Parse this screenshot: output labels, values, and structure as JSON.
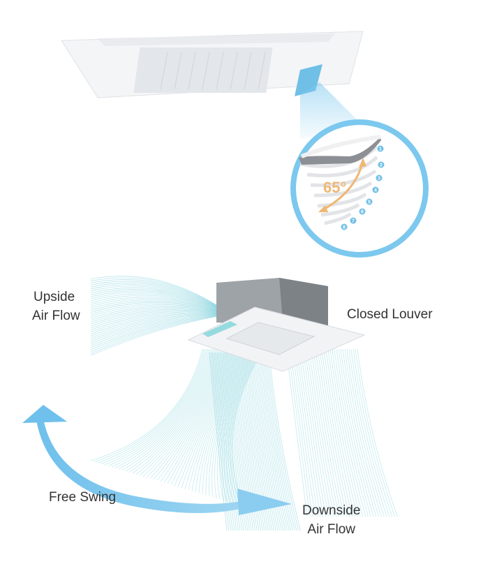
{
  "labels": {
    "upside": [
      "Upside",
      "Air Flow"
    ],
    "closed_louver": "Closed Louver",
    "free_swing": "Free Swing",
    "downside": [
      "Downside",
      "Air Flow"
    ]
  },
  "louver_detail": {
    "angle": "65°",
    "positions": [
      "1",
      "2",
      "3",
      "4",
      "5",
      "6",
      "7",
      "8"
    ]
  },
  "colors": {
    "accent": "#7cc8ee",
    "angle": "#f0b774",
    "flow": "#3bb8c8"
  }
}
